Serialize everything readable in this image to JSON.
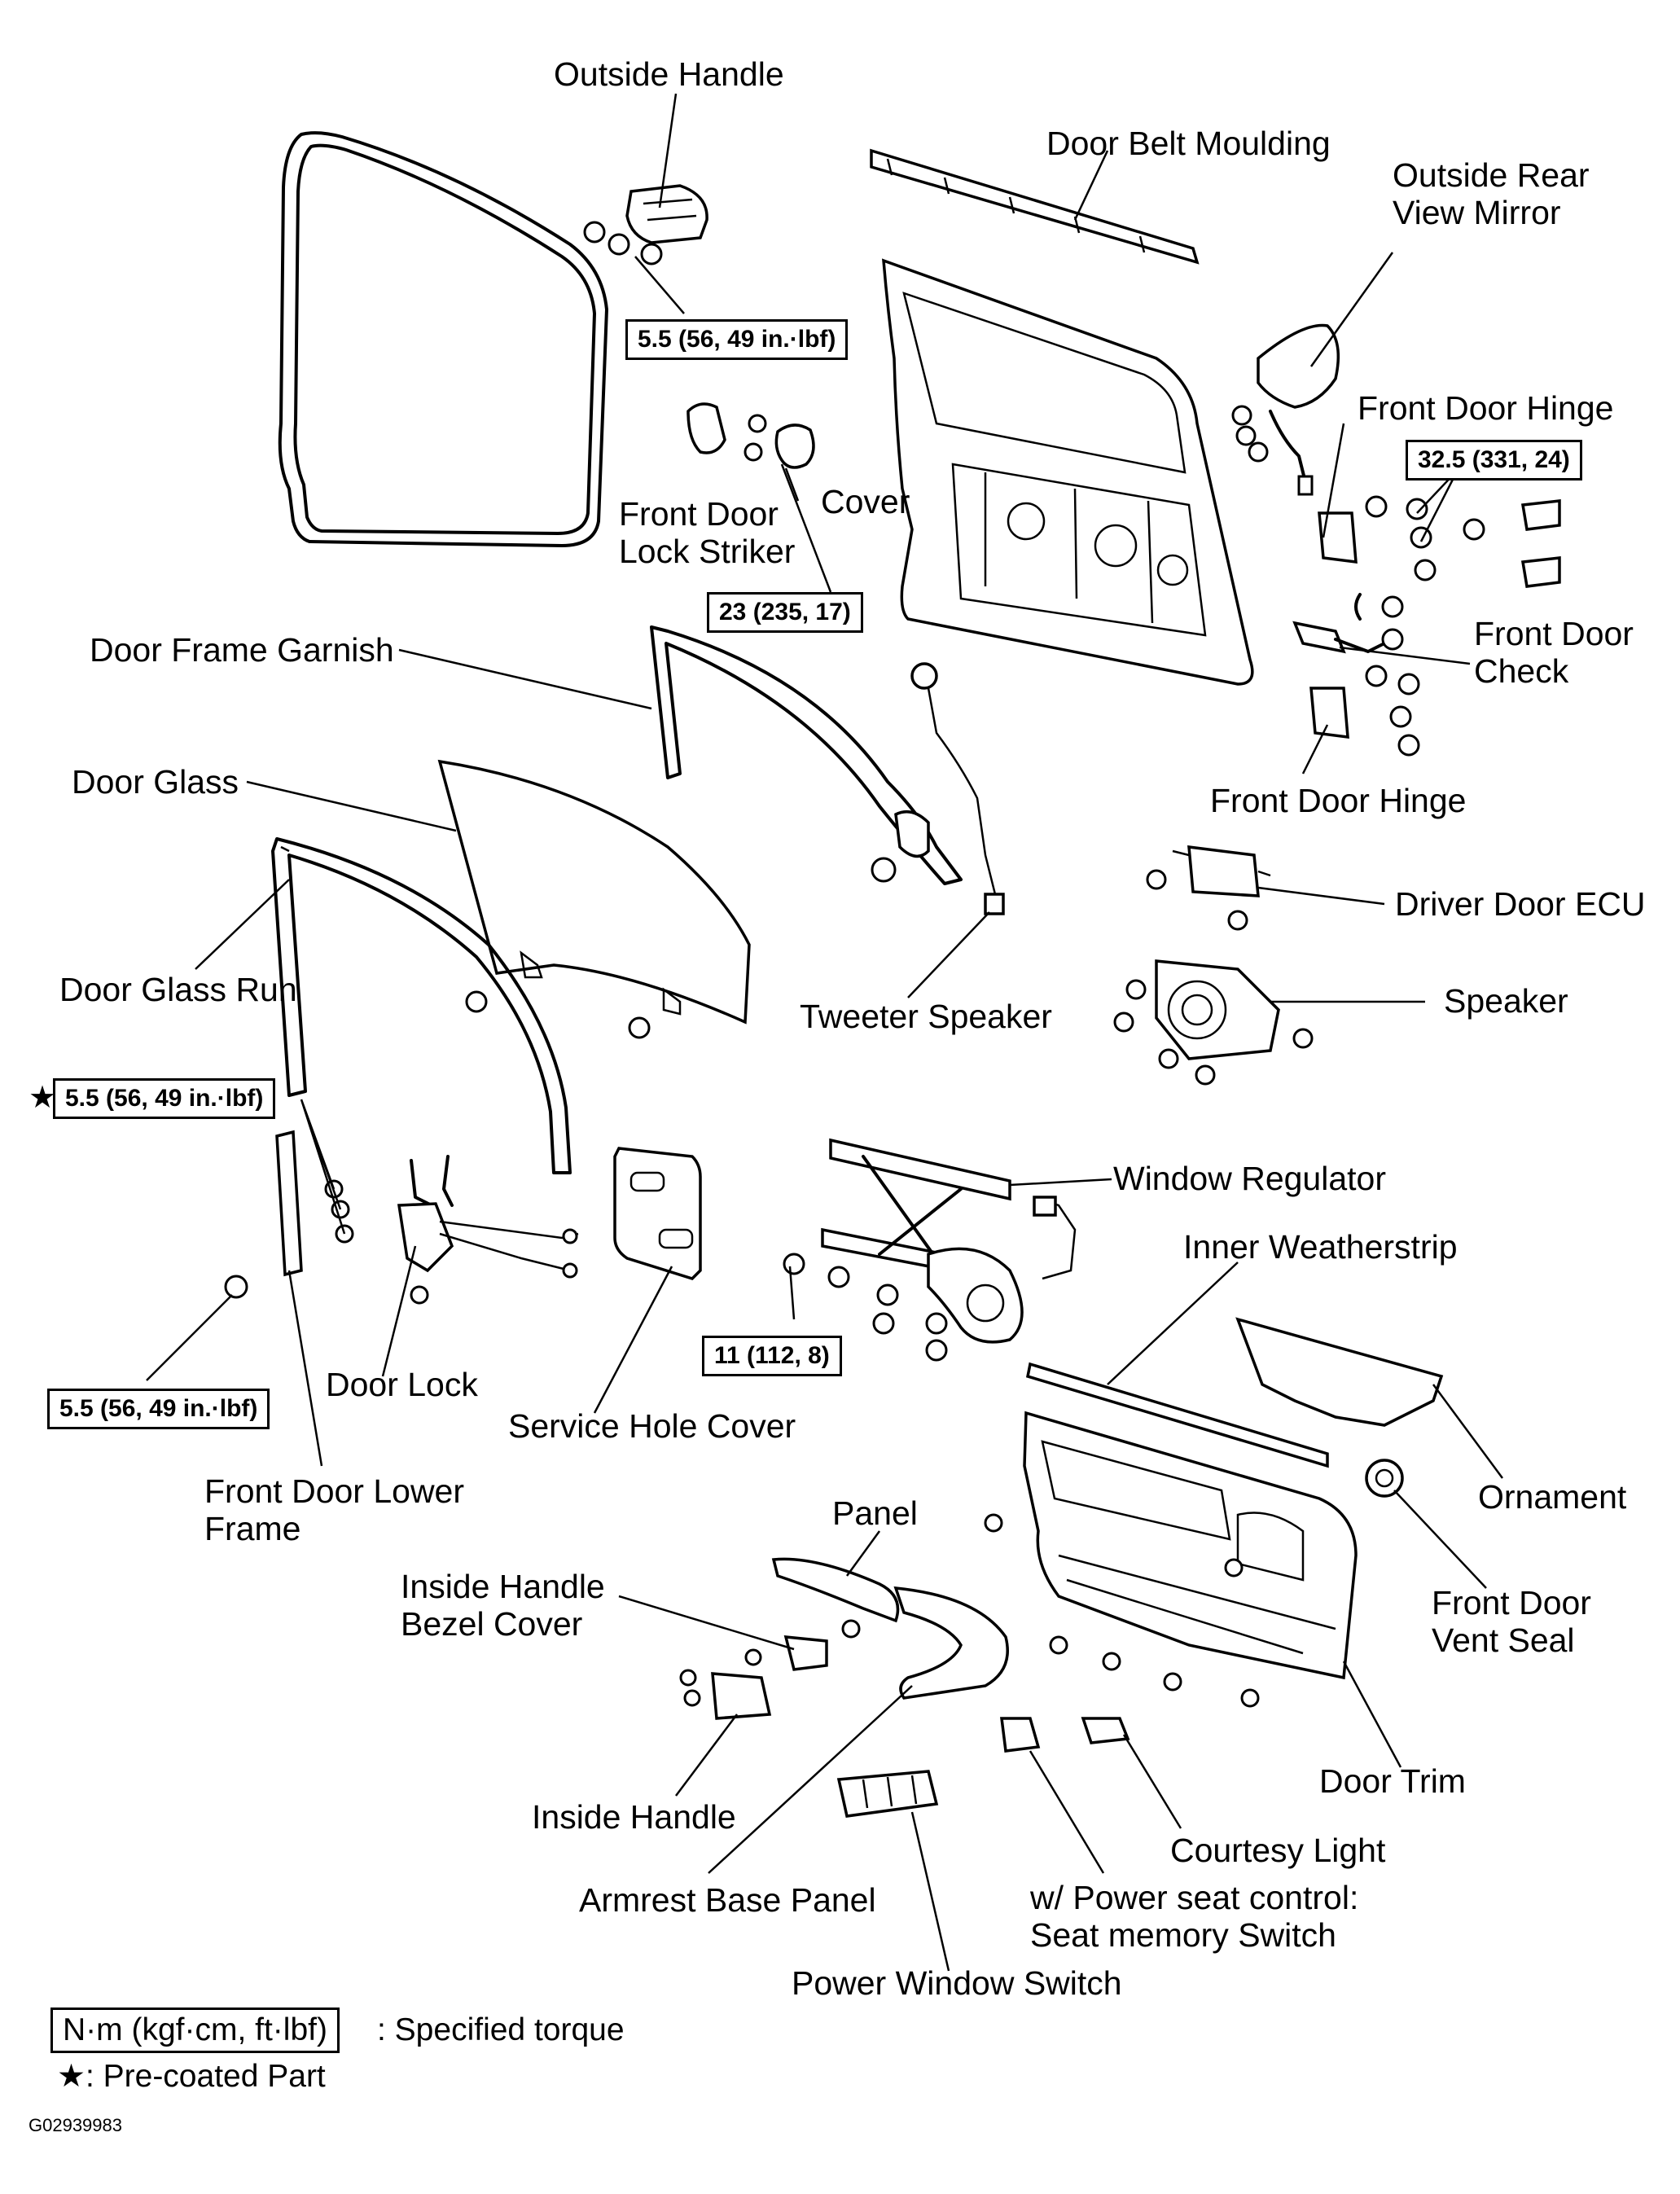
{
  "labels": {
    "outside_handle": "Outside Handle",
    "door_belt_moulding": "Door Belt Moulding",
    "outside_rear_view_mirror_1": "Outside Rear",
    "outside_rear_view_mirror_2": "View Mirror",
    "front_door_hinge_top": "Front Door Hinge",
    "front_door_lock_striker_1": "Front Door",
    "front_door_lock_striker_2": "Lock Striker",
    "cover": "Cover",
    "door_frame_garnish": "Door Frame Garnish",
    "front_door_check_1": "Front Door",
    "front_door_check_2": "Check",
    "door_glass": "Door Glass",
    "front_door_hinge_bottom": "Front Door Hinge",
    "driver_door_ecu": "Driver Door ECU",
    "door_glass_run": "Door Glass Run",
    "speaker": "Speaker",
    "tweeter_speaker": "Tweeter Speaker",
    "window_regulator": "Window Regulator",
    "inner_weatherstrip": "Inner Weatherstrip",
    "door_lock": "Door Lock",
    "service_hole_cover": "Service Hole Cover",
    "front_door_lower_frame_1": "Front Door Lower",
    "front_door_lower_frame_2": "Frame",
    "ornament": "Ornament",
    "panel": "Panel",
    "front_door_vent_seal_1": "Front Door",
    "front_door_vent_seal_2": "Vent Seal",
    "inside_handle_bezel_cover_1": "Inside Handle",
    "inside_handle_bezel_cover_2": "Bezel Cover",
    "door_trim": "Door Trim",
    "inside_handle": "Inside Handle",
    "courtesy_light": "Courtesy Light",
    "armrest_base_panel": "Armrest Base Panel",
    "seat_memory_switch_1": "w/ Power seat control:",
    "seat_memory_switch_2": "Seat memory Switch",
    "power_window_switch": "Power Window Switch"
  },
  "torques": {
    "outside_handle": "5.5 (56, 49 in.·lbf)",
    "hinge": "32.5 (331, 24)",
    "striker": "23 (235, 17)",
    "glass_run_star": "5.5 (56, 49 in.·lbf)",
    "lower_frame": "5.5 (56, 49 in.·lbf)",
    "regulator": "11 (112, 8)"
  },
  "legend": {
    "unit_box": "N·m (kgf·cm, ft·lbf)",
    "unit_desc": ": Specified torque",
    "star_symbol": "★",
    "precoated": "★: Pre-coated Part"
  },
  "figure_code": "G02939983"
}
